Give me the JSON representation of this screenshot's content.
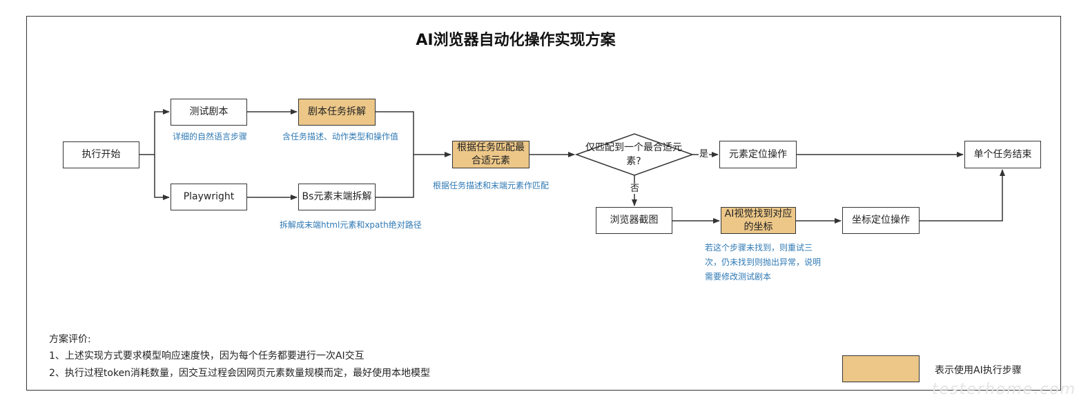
{
  "title": "AI浏览器自动化操作实现方案",
  "nodes": {
    "start": "执行开始",
    "test_script": "测试剧本",
    "script_split": "剧本任务拆解",
    "playwright": "Playwright",
    "bs_split": "Bs元素末端拆解",
    "match": "根据任务匹配最合适元素",
    "decision": "仅匹配到一个最合适元素?",
    "locate": "元素定位操作",
    "task_end": "单个任务结束",
    "screenshot": "浏览器截图",
    "ai_vision": "AI视觉找到对应的坐标",
    "coord_op": "坐标定位操作"
  },
  "notes": {
    "test_script": "详细的自然语言步骤",
    "script_split": "含任务描述、动作类型和操作值",
    "bs_split": "拆解成末端html元素和xpath绝对路径",
    "match": "根据任务描述和末端元素作匹配",
    "ai_vision": "若这个步骤未找到，则重试三次，仍未找到则抛出异常，说明需要修改测试剧本"
  },
  "edge_labels": {
    "yes": "是",
    "no": "否"
  },
  "evaluation": {
    "heading": "方案评价:",
    "items": [
      "1、上述实现方式要求模型响应速度快，因为每个任务都要进行一次AI交互",
      "2、执行过程token消耗数量，因交互过程会因网页元素数量规模而定，最好使用本地模型"
    ]
  },
  "legend": {
    "label": "表示使用AI执行步骤"
  },
  "watermark": "testerhome.com",
  "colors": {
    "ai_step": "#ecc788",
    "note": "#2f79b4",
    "line": "#333333"
  }
}
